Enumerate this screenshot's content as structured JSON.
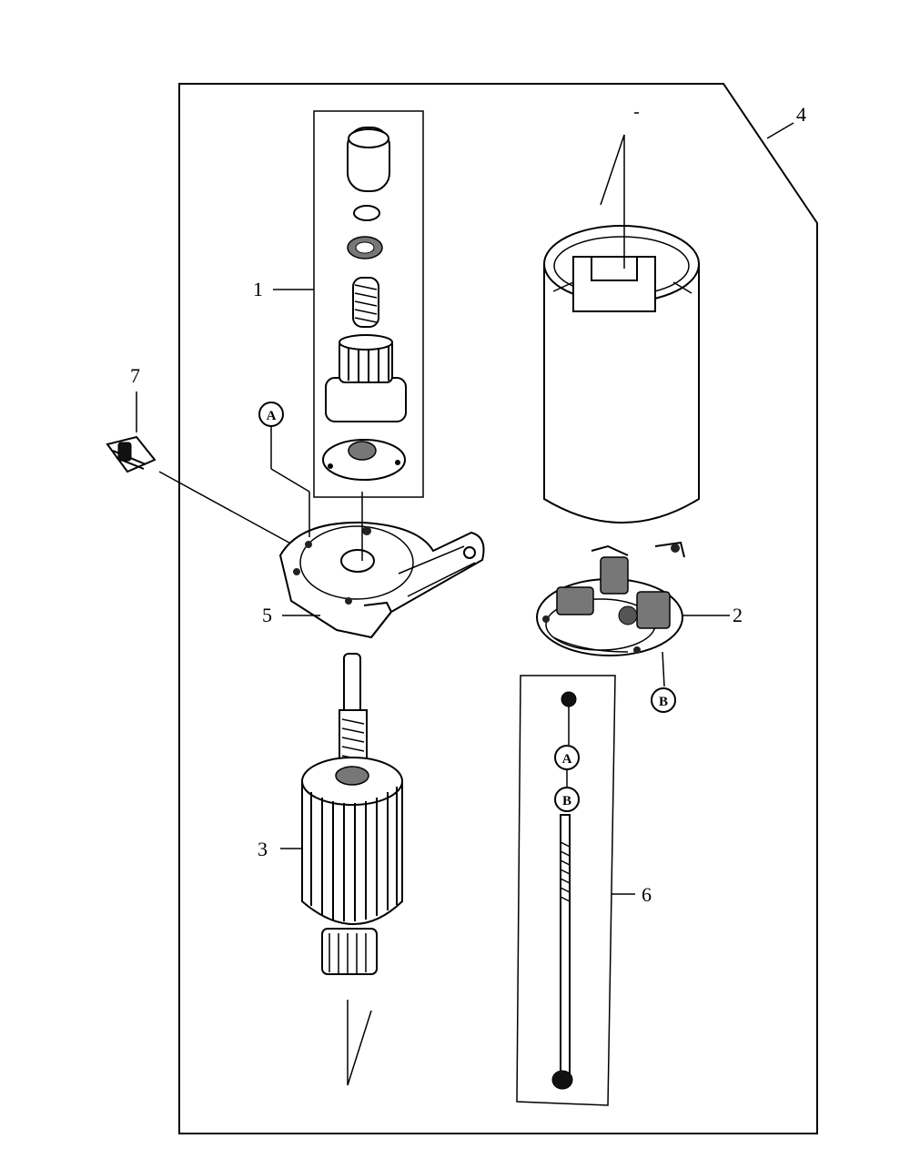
{
  "callouts": {
    "c1": "1",
    "c2": "2",
    "c3": "3",
    "c4": "4",
    "c5": "5",
    "c6": "6",
    "c7": "7"
  },
  "references": {
    "a_top": "A",
    "b_right": "B",
    "a_kit": "A",
    "b_kit": "B"
  }
}
